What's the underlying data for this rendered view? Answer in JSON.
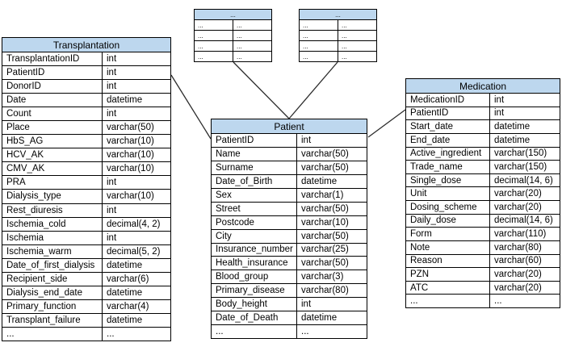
{
  "colors": {
    "header_fill": "#BDD7EE",
    "table_border": "#000000",
    "connector_line": "#2b2b2b",
    "background": "#FFFFFF"
  },
  "tables": {
    "transplantation": {
      "title": "Transplantation",
      "rows": [
        [
          "TransplantationID",
          "int"
        ],
        [
          "PatientID",
          "int"
        ],
        [
          "DonorID",
          "int"
        ],
        [
          "Date",
          "datetime"
        ],
        [
          "Count",
          "int"
        ],
        [
          "Place",
          "varchar(50)"
        ],
        [
          "HbS_AG",
          "varchar(10)"
        ],
        [
          "HCV_AK",
          "varchar(10)"
        ],
        [
          "CMV_AK",
          "varchar(10)"
        ],
        [
          "PRA",
          "int"
        ],
        [
          "Dialysis_type",
          "varchar(10)"
        ],
        [
          "Rest_diuresis",
          "int"
        ],
        [
          "Ischemia_cold",
          "decimal(4, 2)"
        ],
        [
          "Ischemia",
          "int"
        ],
        [
          "Ischemia_warm",
          "decimal(5, 2)"
        ],
        [
          "Date_of_first_dialysis",
          "datetime"
        ],
        [
          "Recipient_side",
          "varchar(6)"
        ],
        [
          "Dialysis_end_date",
          "datetime"
        ],
        [
          "Primary_function",
          "varchar(4)"
        ],
        [
          "Transplant_failure",
          "datetime"
        ],
        [
          "...",
          "..."
        ]
      ]
    },
    "patient": {
      "title": "Patient",
      "rows": [
        [
          "PatientID",
          "int"
        ],
        [
          "Name",
          "varchar(50)"
        ],
        [
          "Surname",
          "varchar(50)"
        ],
        [
          "Date_of_Birth",
          "datetime"
        ],
        [
          "Sex",
          "varchar(1)"
        ],
        [
          "Street",
          "varchar(50)"
        ],
        [
          "Postcode",
          "varchar(10)"
        ],
        [
          "City",
          "varchar(50)"
        ],
        [
          "Insurance_number",
          "varchar(25)"
        ],
        [
          "Health_insurance",
          "varchar(50)"
        ],
        [
          "Blood_group",
          "varchar(3)"
        ],
        [
          "Primary_disease",
          "varchar(80)"
        ],
        [
          "Body_height",
          "int"
        ],
        [
          "Date_of_Death",
          "datetime"
        ],
        [
          "...",
          "..."
        ]
      ]
    },
    "medication": {
      "title": "Medication",
      "rows": [
        [
          "MedicationID",
          "int"
        ],
        [
          "PatientID",
          "int"
        ],
        [
          "Start_date",
          "datetime"
        ],
        [
          "End_date",
          "datetime"
        ],
        [
          "Active_ingredient",
          "varchar(150)"
        ],
        [
          "Trade_name",
          "varchar(150)"
        ],
        [
          "Single_dose",
          "decimal(14, 6)"
        ],
        [
          "Unit",
          "varchar(20)"
        ],
        [
          "Dosing_scheme",
          "varchar(20)"
        ],
        [
          "Daily_dose",
          "decimal(14, 6)"
        ],
        [
          "Form",
          "varchar(110)"
        ],
        [
          "Note",
          "varchar(80)"
        ],
        [
          "Reason",
          "varchar(60)"
        ],
        [
          "PZN",
          "varchar(20)"
        ],
        [
          "ATC",
          "varchar(20)"
        ],
        [
          "...",
          "..."
        ]
      ]
    },
    "hidden_left": {
      "title": "...",
      "rows": [
        [
          "...",
          "..."
        ],
        [
          "...",
          "..."
        ],
        [
          "...",
          "..."
        ],
        [
          "...",
          "..."
        ]
      ]
    },
    "hidden_right": {
      "title": "...",
      "rows": [
        [
          "...",
          "..."
        ],
        [
          "...",
          "..."
        ],
        [
          "...",
          "..."
        ],
        [
          "...",
          "..."
        ]
      ]
    }
  },
  "relationships": [
    {
      "from": "hidden_left",
      "to": "patient"
    },
    {
      "from": "hidden_right",
      "to": "patient"
    },
    {
      "from": "transplantation",
      "to": "patient"
    },
    {
      "from": "patient",
      "to": "medication"
    }
  ]
}
